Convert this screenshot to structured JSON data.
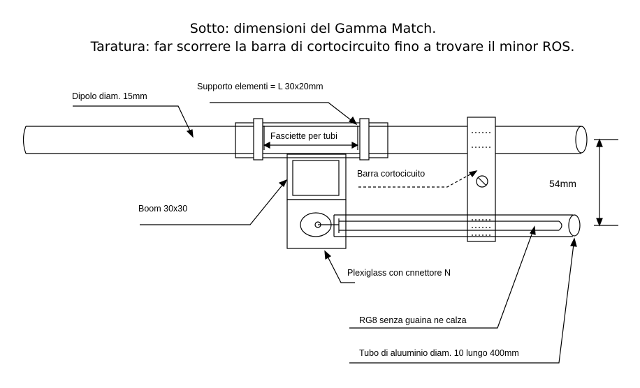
{
  "title": {
    "line1": "Sotto: dimensioni del Gamma Match.",
    "line2": "Taratura: far scorrere la barra di cortocircuito fino a trovare il minor ROS."
  },
  "labels": {
    "dipolo": "Dipolo diam. 15mm",
    "supporto": "Supporto elementi = L 30x20mm",
    "fascette": "Fasciette per tubi",
    "barra": "Barra cortocicuito",
    "boom": "Boom 30x30",
    "plexiglass": "Plexiglass con cnnettore N",
    "rg8": "RG8 senza guaina ne calza",
    "tubo": "Tubo di aluuminio diam. 10 lungo 400mm",
    "dimension": "54mm"
  }
}
